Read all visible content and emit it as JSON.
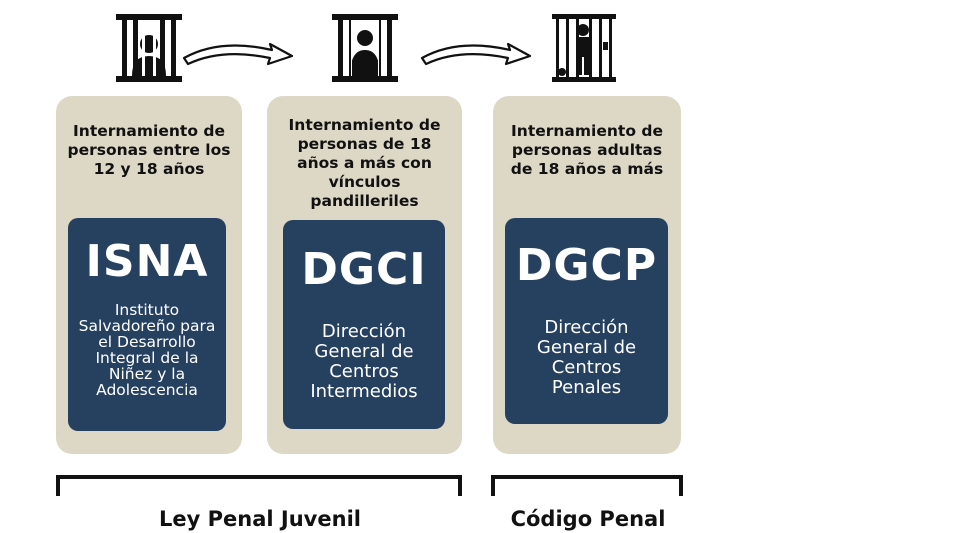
{
  "icons": [
    {
      "name": "jail-youth-icon"
    },
    {
      "name": "jail-person-icon"
    },
    {
      "name": "jail-adult-icon"
    }
  ],
  "cards": [
    {
      "description": "Internamiento de personas entre los 12 y 18 años",
      "abbr": "ISNA",
      "full_name": "Instituto Salvadoreño para el Desarrollo Integral de la Niñez y la Adolescencia"
    },
    {
      "description": "Internamiento de personas de 18 años a más con vínculos pandilleriles",
      "abbr": "DGCI",
      "full_name": "Dirección General de Centros Intermedios"
    },
    {
      "description": "Internamiento de personas adultas de 18 años a más",
      "abbr": "DGCP",
      "full_name": "Dirección General de Centros Penales"
    }
  ],
  "laws": [
    {
      "label": "Ley Penal Juvenil"
    },
    {
      "label": "Código Penal"
    }
  ],
  "colors": {
    "card_background": "#ddd8c6",
    "inner_box": "#26405f",
    "text_dark": "#111111"
  }
}
